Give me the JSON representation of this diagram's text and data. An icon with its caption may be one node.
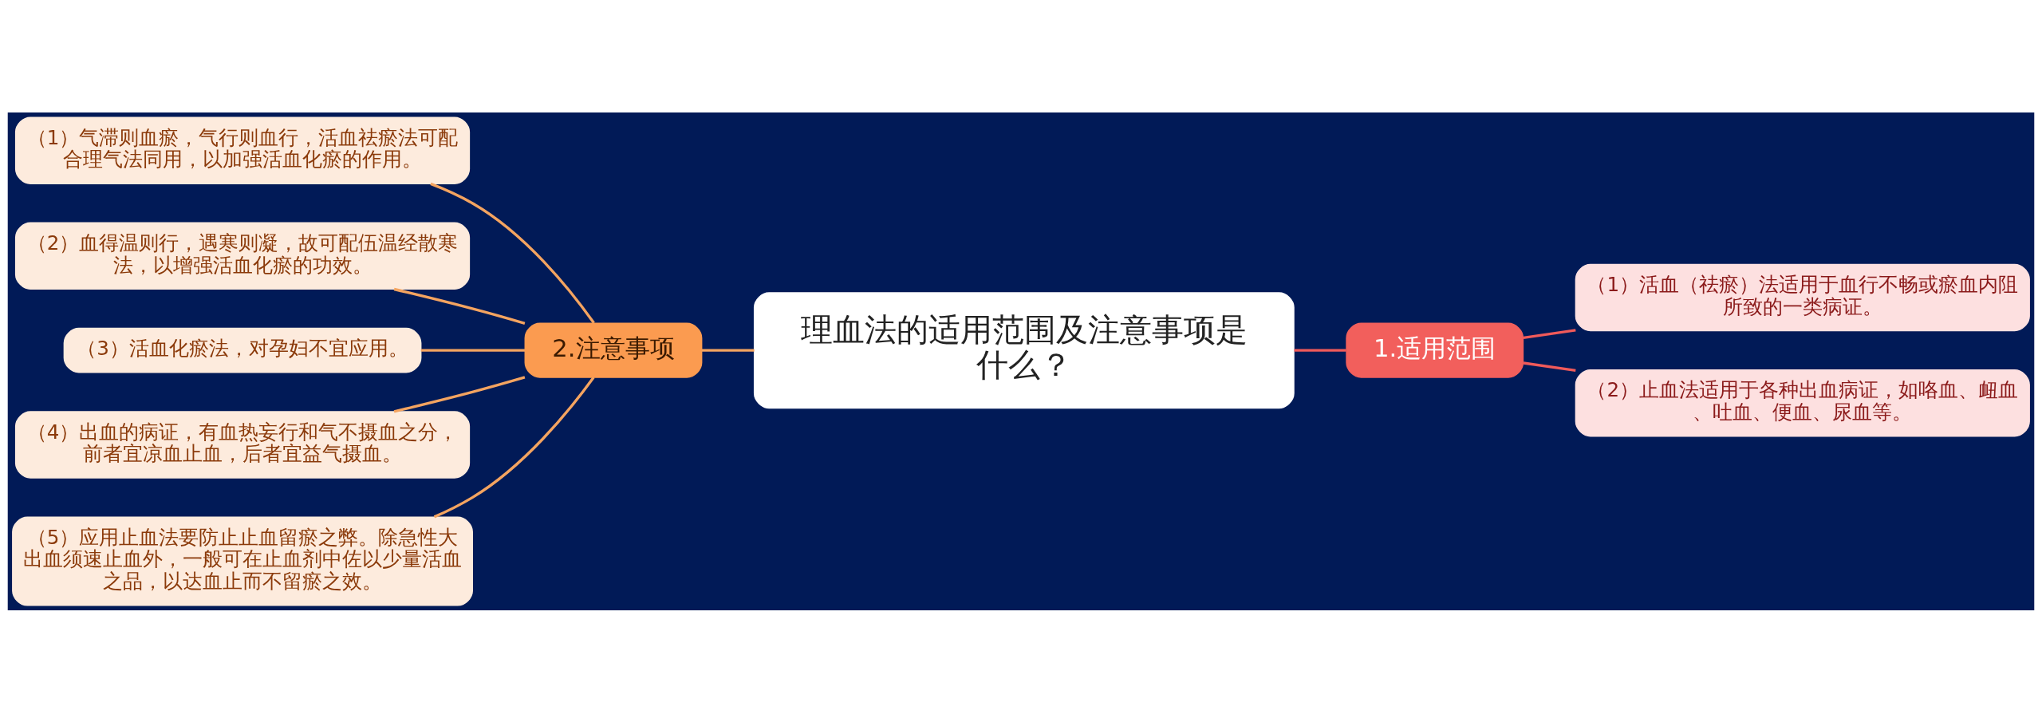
{
  "diagram": {
    "nodes": [
      {
        "text": [
          "理血法的适用范围及注意事项是什么？"
        ]
      },
      {
        "text": [
          "1.适用范围"
        ]
      },
      {
        "text": [
          "（1）活血（祛瘀）法适用于血行不畅或瘀血内阻所致的一类病证。"
        ]
      },
      {
        "text": [
          "（2）止血法适用于各种出血病证，如咯血、衄血、吐血、便血、尿血等。"
        ]
      },
      {
        "text": [
          "2.注意事项"
        ]
      },
      {
        "text": [
          "（1）气滞则血瘀，气行则血行，活血祛瘀法可配合理气法同用，以加强活血化瘀的作用。"
        ]
      },
      {
        "text": [
          "（2）血得温则行，遇寒则凝，故可配伍温经散寒法，以增强活血化瘀的功效。"
        ]
      },
      {
        "text": [
          "（3）活血化瘀法，对孕妇不宜应用。"
        ]
      },
      {
        "text": [
          "（4）出血的病证，有血热妄行和气不摄血之分，前者宜凉血止血，后者宜益气摄血。"
        ]
      },
      {
        "text": [
          "（5）应用止血法要防止止血留瘀之弊。除急性大出血须速止血外，一般可在止血剂中佐以少量活血之品，以达血止而不留瘀之效。"
        ]
      }
    ],
    "edges": [
      {
        "from": 0,
        "to": 1,
        "arrow": "none",
        "color": "#f05a5a"
      },
      {
        "from": 1,
        "to": 2,
        "arrow": "none",
        "color": "#f05a5a"
      },
      {
        "from": 1,
        "to": 3,
        "arrow": "none",
        "color": "#f05a5a"
      },
      {
        "from": 0,
        "to": 4,
        "arrow": "none"
      },
      {
        "from": 4,
        "to": 5,
        "arrow": "none"
      },
      {
        "from": 4,
        "to": 6,
        "arrow": "none"
      },
      {
        "from": 4,
        "to": 7,
        "arrow": "none"
      },
      {
        "from": 4,
        "to": 8,
        "arrow": "none"
      },
      {
        "from": 4,
        "to": 9,
        "arrow": "none"
      }
    ]
  }
}
